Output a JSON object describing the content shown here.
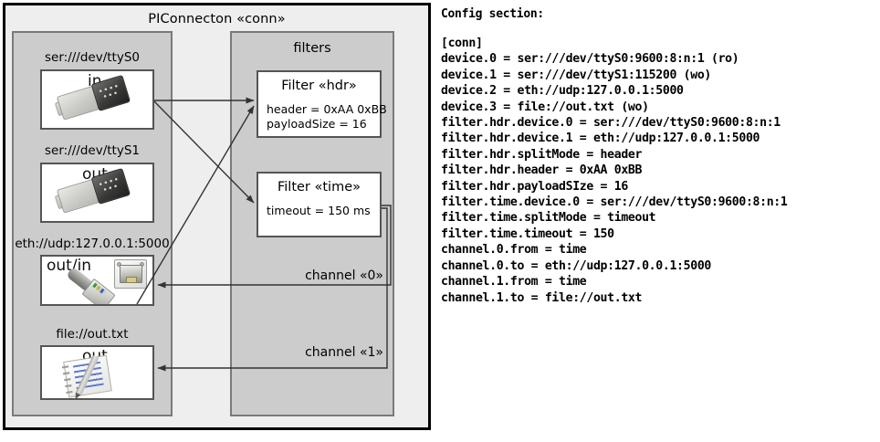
{
  "diagram": {
    "title": "PIConnecton «conn»",
    "devices_panel": {
      "items": [
        {
          "uri": "ser:///dev/ttyS0",
          "direction": "in",
          "icon": "serial-port-icon"
        },
        {
          "uri": "ser:///dev/ttyS1",
          "direction": "out",
          "icon": "serial-port-icon"
        },
        {
          "uri": "eth://udp:127.0.0.1:5000",
          "direction": "out/in",
          "icon": "ethernet-jack-icon"
        },
        {
          "uri": "file://out.txt",
          "direction": "out",
          "icon": "notepad-icon"
        }
      ]
    },
    "filters_panel": {
      "title": "filters",
      "filters": [
        {
          "name": "Filter «hdr»",
          "props": [
            "header = 0xAA 0xBB",
            "payloadSize = 16"
          ]
        },
        {
          "name": "Filter «time»",
          "props": [
            "timeout = 150 ms"
          ]
        }
      ]
    },
    "channels": [
      {
        "label": "channel «0»"
      },
      {
        "label": "channel «1»"
      }
    ],
    "colors": {
      "frame_border": "#000000",
      "frame_fill": "#eeeeee",
      "panel_fill": "#cccccc",
      "panel_border": "#7a7a7a",
      "card_fill": "#ffffff",
      "card_border": "#555555",
      "wire": "#333333"
    }
  },
  "config": {
    "heading": "Config section:",
    "lines": [
      "[conn]",
      "device.0 = ser:///dev/ttyS0:9600:8:n:1 (ro)",
      "device.1 = ser:///dev/ttyS1:115200 (wo)",
      "device.2 = eth://udp:127.0.0.1:5000",
      "device.3 = file://out.txt (wo)",
      "filter.hdr.device.0 = ser:///dev/ttyS0:9600:8:n:1",
      "filter.hdr.device.1 = eth://udp:127.0.0.1:5000",
      "filter.hdr.splitMode = header",
      "filter.hdr.header = 0xAA 0xBB",
      "filter.hdr.payloadSIze = 16",
      "filter.time.device.0 = ser:///dev/ttyS0:9600:8:n:1",
      "filter.time.splitMode = timeout",
      "filter.time.timeout = 150",
      "channel.0.from = time",
      "channel.0.to = eth://udp:127.0.0.1:5000",
      "channel.1.from = time",
      "channel.1.to = file://out.txt"
    ]
  }
}
